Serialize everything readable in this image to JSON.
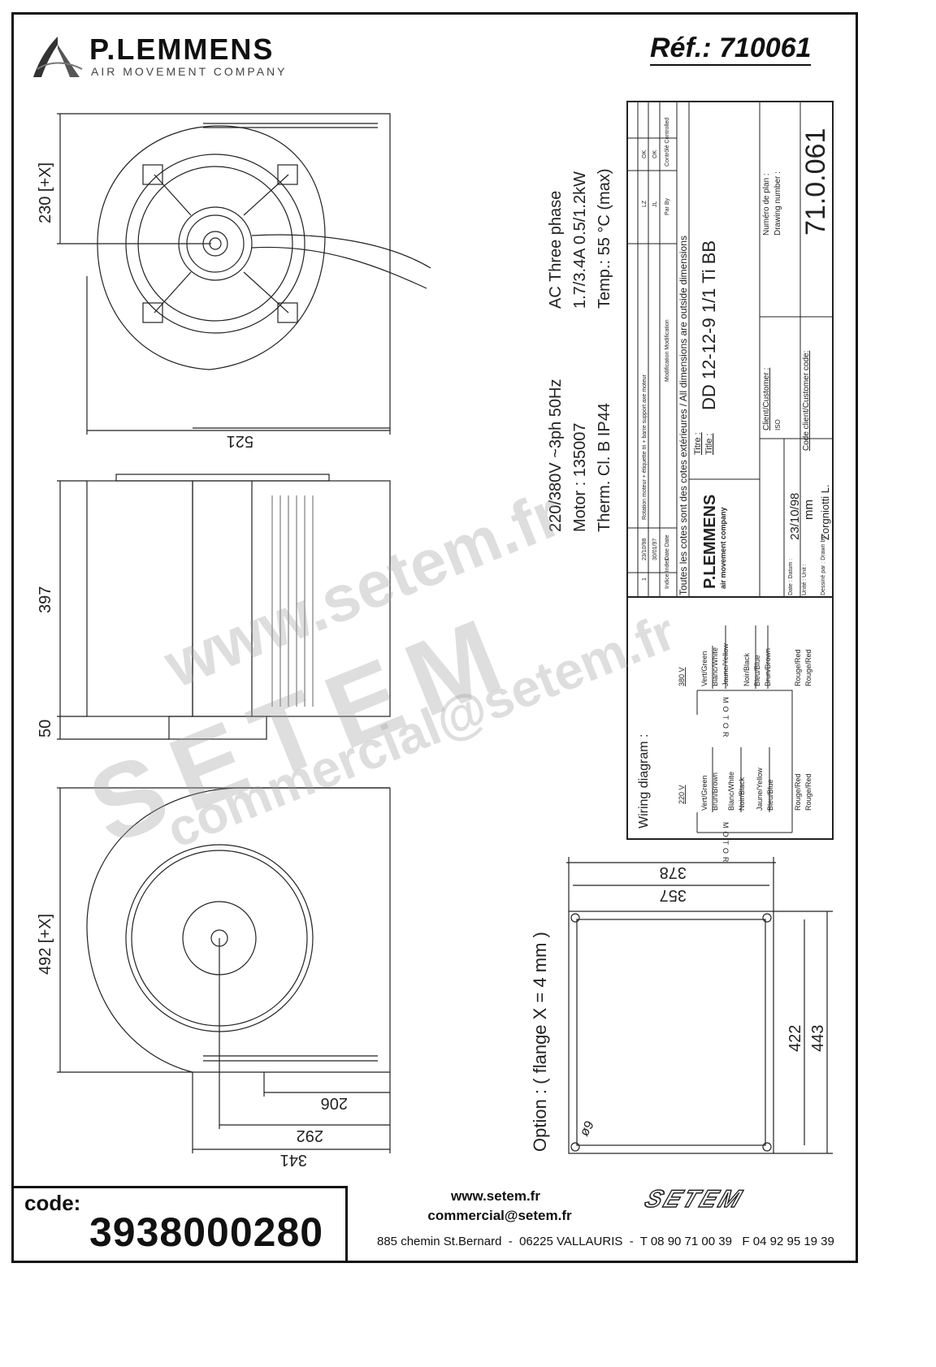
{
  "header": {
    "brand": "P.LEMMENS",
    "tagline": "AIR MOVEMENT COMPANY",
    "reference": "Réf.: 710061"
  },
  "dimensions": {
    "front_view": {
      "height": "230 [+X]",
      "width": "521"
    },
    "side_view": {
      "height": "397",
      "foot": "50"
    },
    "rear_view": {
      "height": "492 [+X]",
      "d1": "206",
      "d2": "292",
      "d3": "341"
    },
    "flange": {
      "outer_width": "378",
      "inner_width": "357",
      "inner_height": "422",
      "outer_height": "443",
      "hole": "ø9"
    }
  },
  "specs": {
    "col1a": "220/380V   ~3ph    50Hz",
    "col1b": "AC Three phase",
    "col2a": "Motor : 135007",
    "col2b": "1.7/3.4A    0.5/1.2kW",
    "col3a": "Therm. Cl. B    IP44",
    "col3b": "Temp.: 55 °C (max)"
  },
  "title_block": {
    "revisions": [
      {
        "index": "1",
        "date": "23/10/98",
        "modification": "Rotation moteur + étiquette tri + barre support axe moteur",
        "by": "LZ",
        "controlled": "OK"
      },
      {
        "index": "",
        "date": "30/01/97",
        "modification": "",
        "by": "JL",
        "controlled": "OK"
      }
    ],
    "headers": {
      "index": "Indice Index",
      "date": "Date Date",
      "modification": "Modification Modification",
      "by": "Par By",
      "controlled": "Contrôlé Controlled"
    },
    "note": "Toutes les cotes sont des cotes extérieures / All dimensions are outside dimensions",
    "title_label_fr": "Titre :",
    "title_label_en": "Title :",
    "title": "DD 12-12-9 1/1 Ti BB",
    "logo_text": "P.LEMMENS",
    "logo_sub": "air movement company",
    "client_label": "Client/Customer :",
    "customer_code_label": "Code client/Customer code:",
    "drawing_number_label_fr": "Numéro de plan :",
    "drawing_number_label_en": "Drawing number :",
    "drawing_number": "71.0.061",
    "iso": "ISO",
    "date_label": "Date : Datum :",
    "date": "23/10/98",
    "unit_label": "Unité : Unit :",
    "unit": "mm",
    "drawn_label": "Dessiné par : Drawn by :",
    "drawn_by": "Zorgniotti L."
  },
  "wiring": {
    "title": "Wiring diagram :",
    "v220": {
      "label": "220 V",
      "wires": [
        "Vert/Green",
        "Brun/Brown",
        "Blanc/White",
        "Noir/Black",
        "Jaune/Yellow",
        "Bleu/Blue",
        "Rouge/Red",
        "Rouge/Red"
      ]
    },
    "v380": {
      "label": "380 V",
      "wires": [
        "Vert/Green",
        "Blanc/White",
        "Jaune/Yellow",
        "Noir/Black",
        "Bleu/Blue",
        "Brun/Brown",
        "Rouge/Red",
        "Rouge/Red"
      ]
    },
    "motor": "MOTOR"
  },
  "option": "Option : ( flange X = 4 mm )",
  "watermark": {
    "url": "www.setem.fr",
    "brand": "SETEM",
    "email": "commercial@setem.fr"
  },
  "footer": {
    "code_label": "code:",
    "code": "3938000280",
    "web": "www.setem.fr",
    "email": "commercial@setem.fr",
    "address": "885 chemin St.Bernard  -  06225 VALLAURIS  -  T 08 90 71 00 39   F 04 92 95 19 39",
    "logo": "SETEM"
  }
}
